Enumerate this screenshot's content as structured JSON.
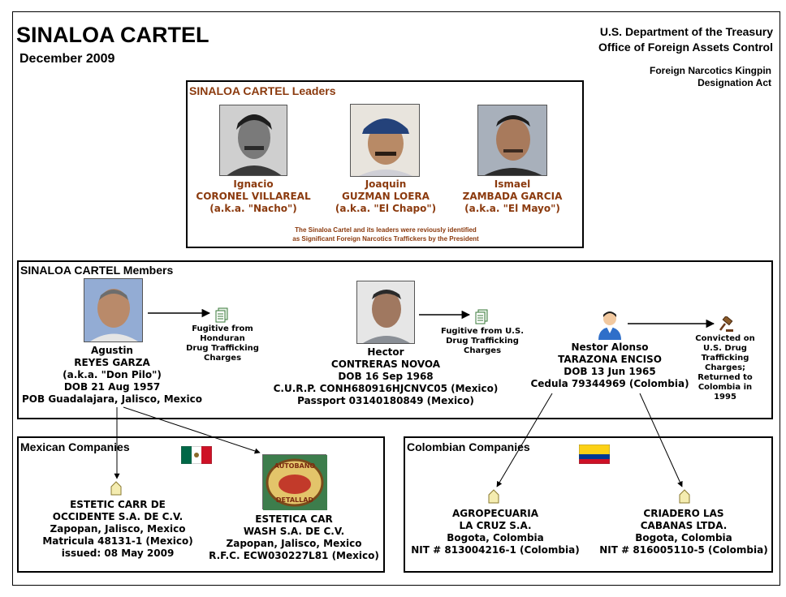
{
  "header": {
    "title": "SINALOA CARTEL",
    "date": "December 2009",
    "agency_line1": "U.S. Department of the Treasury",
    "agency_line2": "Office of Foreign Assets Control",
    "act_line1": "Foreign Narcotics Kingpin",
    "act_line2": "Designation Act"
  },
  "leaders": {
    "heading": "SINALOA CARTEL Leaders",
    "people": [
      {
        "first": "Ignacio",
        "last": "CORONEL VILLAREAL",
        "aka": "(a.k.a. \"Nacho\")"
      },
      {
        "first": "Joaquin",
        "last": "GUZMAN LOERA",
        "aka": "(a.k.a. \"El Chapo\")"
      },
      {
        "first": "Ismael",
        "last": "ZAMBADA GARCIA",
        "aka": "(a.k.a. \"El Mayo\")"
      }
    ],
    "note_line1": "The Sinaloa Cartel and its leaders were reviously identified",
    "note_line2": "as Significant Foreign Narcotics Traffickers by the President"
  },
  "members": {
    "heading": "SINALOA CARTEL Members",
    "agustin": {
      "first": "Agustin",
      "last": "REYES GARZA",
      "aka": "(a.k.a. \"Don Pilo\")",
      "dob": "DOB 21 Aug 1957",
      "pob": "POB Guadalajara, Jalisco, Mexico",
      "status": [
        "Fugitive from Honduran",
        "Drug Trafficking",
        "Charges"
      ]
    },
    "hector": {
      "first": "Hector",
      "last": "CONTRERAS NOVOA",
      "dob": "DOB 16 Sep 1968",
      "curp": "C.U.R.P. CONH680916HJCNVC05 (Mexico)",
      "passport": "Passport 03140180849 (Mexico)",
      "status": [
        "Fugitive from U.S.",
        "Drug Trafficking",
        "Charges"
      ]
    },
    "nestor": {
      "first": "Nestor Alonso",
      "last": "TARAZONA ENCISO",
      "dob": "DOB 13 Jun 1965",
      "cedula": "Cedula 79344969 (Colombia)",
      "status": [
        "Convicted on",
        "U.S. Drug",
        "Trafficking Charges;",
        "Returned to",
        "Colombia in",
        "1995"
      ]
    }
  },
  "mexican": {
    "heading": "Mexican Companies",
    "logo_text_top": "AUTOBANO",
    "logo_text_bottom": "DETALLAD",
    "companies": [
      {
        "lines": [
          "ESTETIC CARR DE",
          "OCCIDENTE S.A. DE C.V.",
          "Zapopan, Jalisco, Mexico",
          "Matricula 48131-1 (Mexico)",
          "issued: 08 May 2009"
        ]
      },
      {
        "lines": [
          "ESTETICA CAR",
          "WASH S.A. DE C.V.",
          "Zapopan, Jalisco, Mexico",
          "R.F.C. ECW030227L81 (Mexico)"
        ]
      }
    ]
  },
  "colombian": {
    "heading": "Colombian Companies",
    "companies": [
      {
        "lines": [
          "AGROPECUARIA",
          "LA CRUZ S.A.",
          "Bogota, Colombia",
          "NIT # 813004216-1 (Colombia)"
        ]
      },
      {
        "lines": [
          "CRIADERO LAS",
          "CABANAS LTDA.",
          "Bogota, Colombia",
          "NIT # 816005110-5 (Colombia)"
        ]
      }
    ]
  },
  "colors": {
    "leader_text": "#8b3a0e",
    "mexico_green": "#006847",
    "mexico_red": "#ce1126",
    "colombia_yellow": "#fcd116",
    "colombia_blue": "#003893",
    "colombia_red": "#ce1126"
  },
  "icons": [
    "document-stack-icon",
    "gavel-icon",
    "person-silhouette-icon",
    "building-icon",
    "mexico-flag-icon",
    "colombia-flag-icon",
    "company-logo"
  ]
}
